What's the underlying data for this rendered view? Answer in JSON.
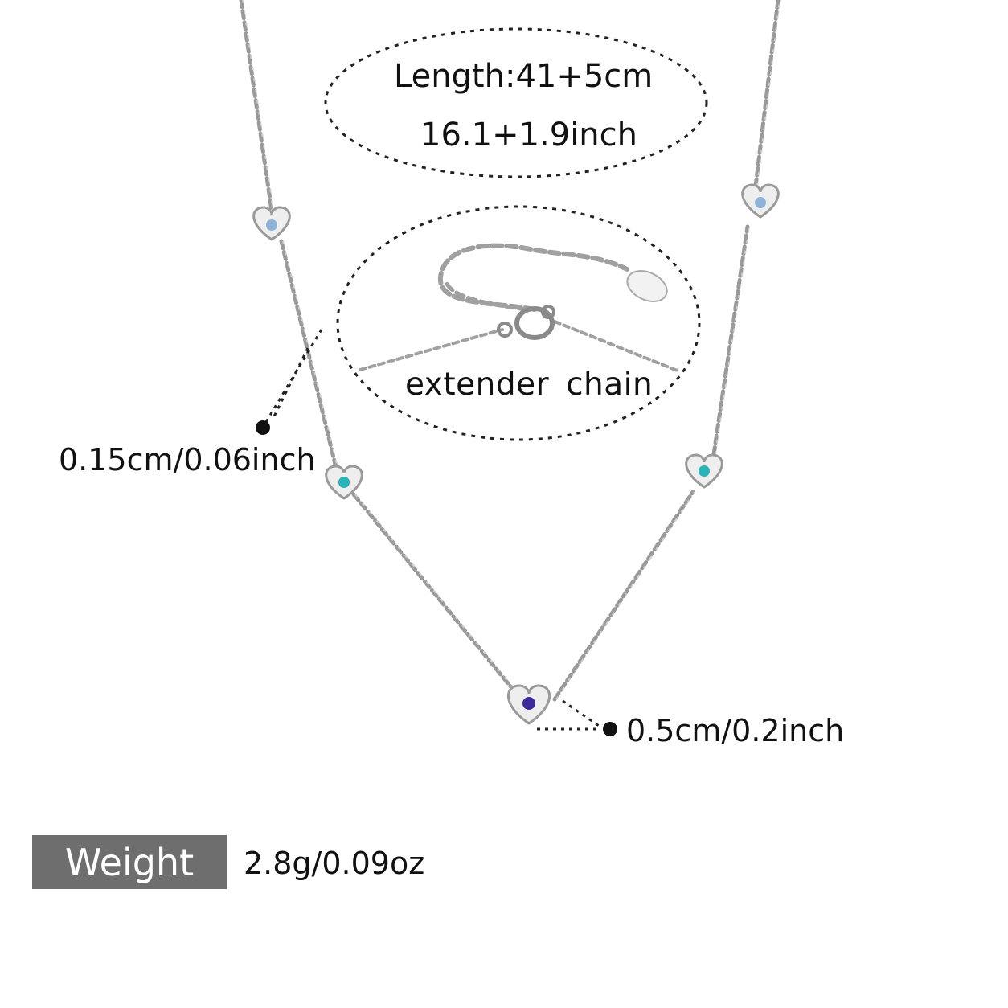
{
  "length": {
    "metric": "Length:41+5cm",
    "imperial": "16.1+1.9inch"
  },
  "extender": {
    "label": "extender  chain"
  },
  "chain_thickness": "0.15cm/0.06inch",
  "pendant_width": "0.5cm/0.2inch",
  "weight": {
    "label": "Weight",
    "value": "2.8g/0.09oz"
  },
  "colors": {
    "chain": "#9a9a9a",
    "stone_light_blue": "#8fb3d6",
    "stone_teal": "#2bb3b8",
    "stone_purple": "#3a2a9a",
    "weight_bg": "#6e6e6e",
    "text": "#111111"
  }
}
